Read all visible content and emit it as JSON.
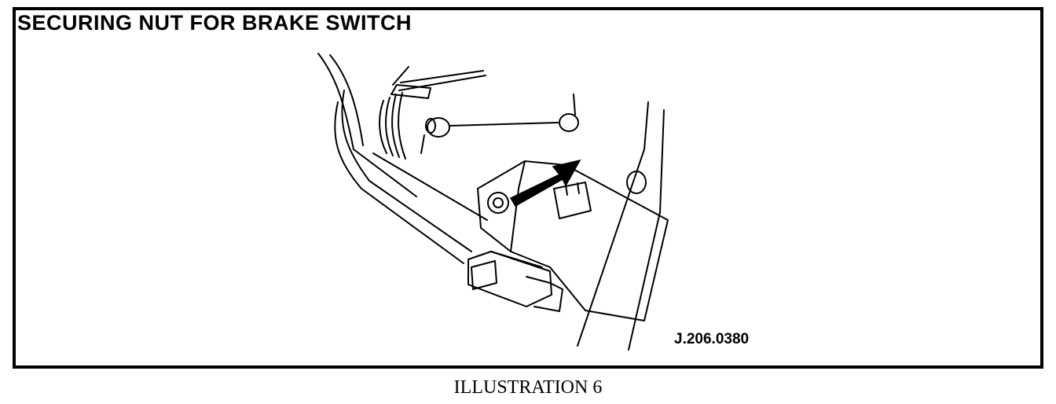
{
  "figure": {
    "title": "SECURING NUT FOR BRAKE SWITCH",
    "reference_code": "J.206.0380",
    "caption": "ILLUSTRATION 6"
  },
  "colors": {
    "ink": "#000000",
    "paper": "#ffffff"
  },
  "icons": {
    "pointer": "arrow-icon"
  }
}
